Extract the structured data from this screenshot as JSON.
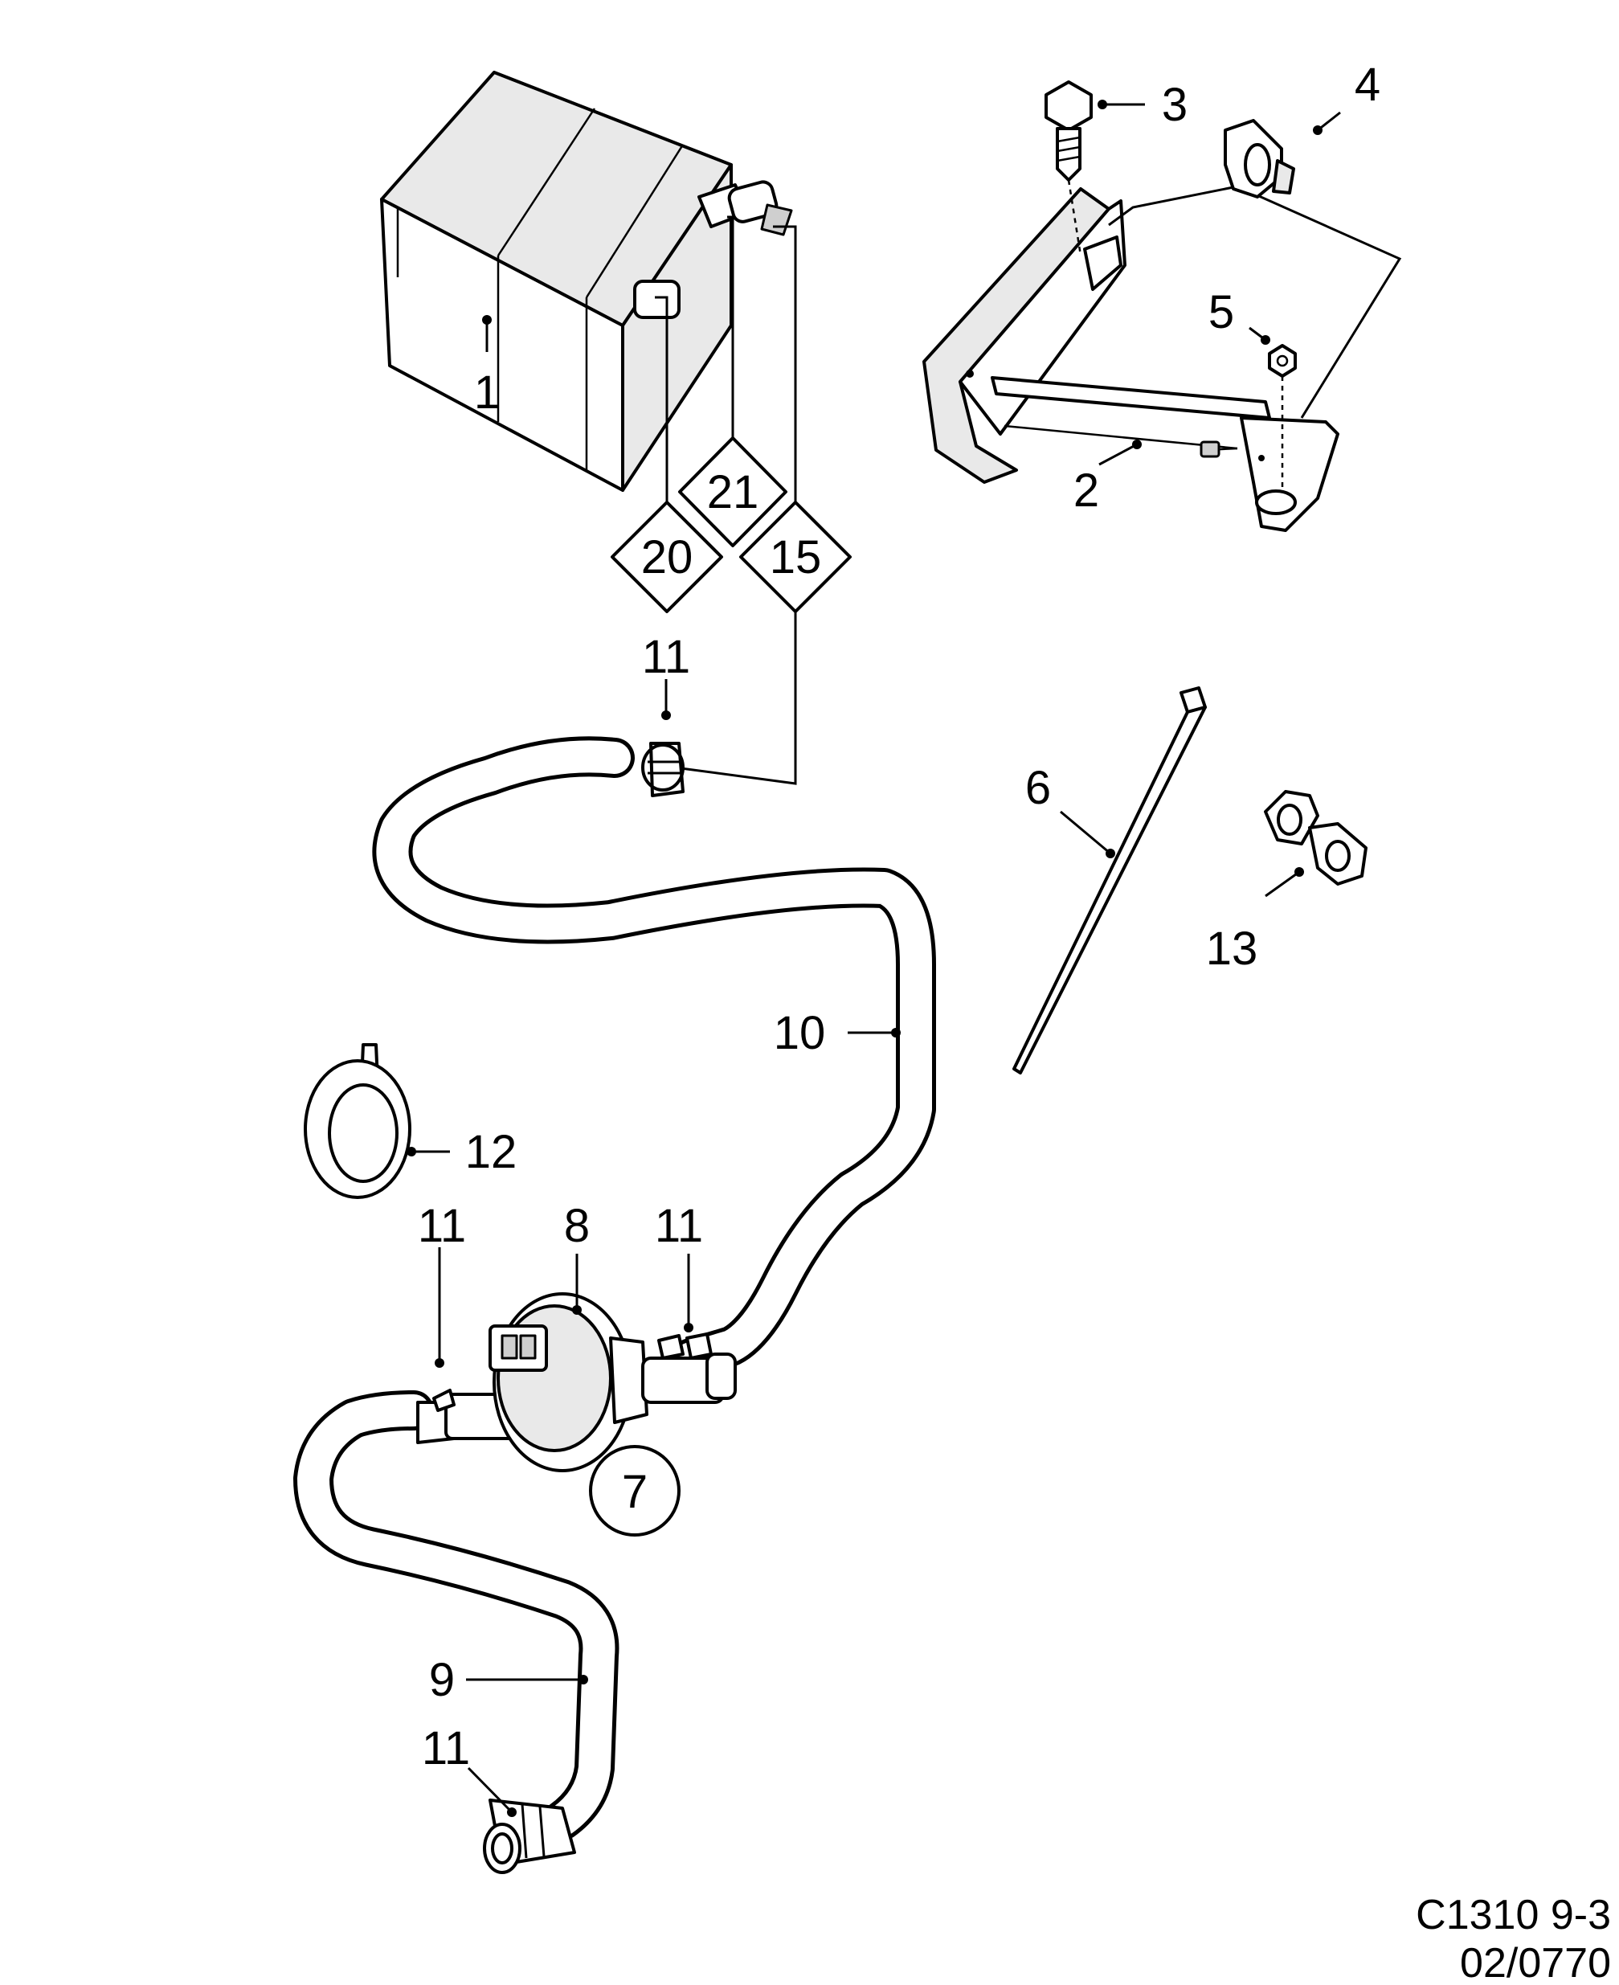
{
  "callouts": {
    "c1": "1",
    "c2": "2",
    "c3": "3",
    "c4": "4",
    "c5": "5",
    "c6": "6",
    "c8": "8",
    "c9": "9",
    "c10": "10",
    "c11a": "11",
    "c11b": "11",
    "c11c": "11",
    "c11d": "11",
    "c12": "12",
    "c13": "13"
  },
  "references": {
    "r20": "20",
    "r21": "21",
    "r15": "15",
    "r7": "7"
  },
  "footer": {
    "code": "C1310 9-3",
    "number": "02/0770"
  }
}
